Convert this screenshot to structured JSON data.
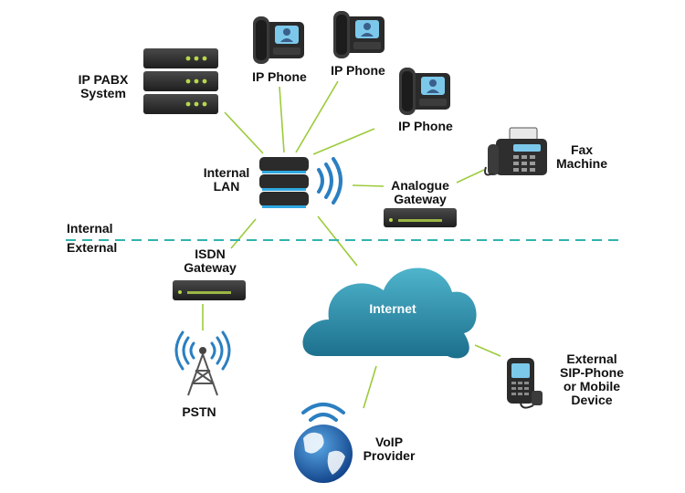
{
  "colors": {
    "link_line": "#9ccb3b",
    "boundary_line": "#2fb3b0",
    "device_dark": "#2b2b2b",
    "led_green": "#b7d84b",
    "lan_blue": "#2fa8e0",
    "cloud_top": "#4fb4cc",
    "cloud_bottom": "#1b6f8c",
    "signal_blue": "#2b7fc1"
  },
  "zones": {
    "internal": "Internal",
    "external": "External"
  },
  "nodes": {
    "ip_pabx": {
      "line1": "IP PABX",
      "line2": "System",
      "icon": "server-rack-icon"
    },
    "ip_phone_1": {
      "label": "IP Phone",
      "icon": "desk-phone-icon"
    },
    "ip_phone_2": {
      "label": "IP Phone",
      "icon": "desk-phone-icon"
    },
    "ip_phone_3": {
      "label": "IP Phone",
      "icon": "desk-phone-icon"
    },
    "internal_lan": {
      "line1": "Internal",
      "line2": "LAN",
      "icon": "network-switch-icon"
    },
    "fax": {
      "line1": "Fax",
      "line2": "Machine",
      "icon": "fax-machine-icon"
    },
    "analogue_gateway": {
      "line1": "Analogue",
      "line2": "Gateway",
      "icon": "gateway-box-icon"
    },
    "isdn_gateway": {
      "line1": "ISDN",
      "line2": "Gateway",
      "icon": "gateway-box-icon"
    },
    "internet": {
      "label": "Internet",
      "icon": "cloud-icon"
    },
    "pstn": {
      "label": "PSTN",
      "icon": "radio-tower-icon"
    },
    "voip_provider": {
      "line1": "VoIP",
      "line2": "Provider",
      "icon": "globe-icon"
    },
    "external_sip": {
      "line1": "External",
      "line2": "SIP-Phone",
      "line3": "or Mobile",
      "line4": "Device",
      "icon": "mobile-phone-icon"
    }
  }
}
